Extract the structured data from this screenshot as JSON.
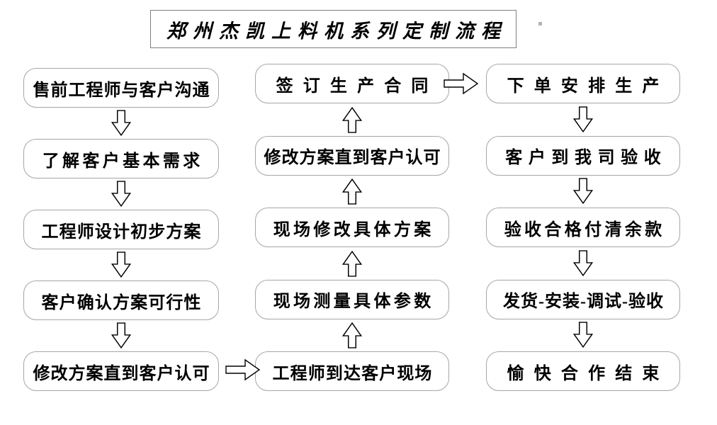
{
  "title": "郑州杰凯上料机系列定制流程",
  "flow": {
    "left_column": [
      "售前工程师与客户沟通",
      "了解客户基本需求",
      "工程师设计初步方案",
      "客户确认方案可行性",
      "修改方案直到客户认可"
    ],
    "middle_column": [
      "签订生产合同",
      "修改方案直到客户认可",
      "现场修改具体方案",
      "现场测量具体参数",
      "工程师到达客户现场"
    ],
    "right_column": [
      "下单安排生产",
      "客户到我司验收",
      "验收合格付清余款",
      "发货-安装-调试-验收",
      "愉快合作结束"
    ],
    "direction_notes": {
      "left_column": "top-to-bottom",
      "middle_column": "bottom-to-top",
      "right_column": "top-to-bottom"
    }
  },
  "icons": {
    "down_arrow": "hollow-block-arrow-down",
    "up_arrow": "hollow-block-arrow-up",
    "right_arrow": "hollow-block-arrow-right"
  },
  "colors": {
    "background": "#ffffff",
    "box_border": "#a6a6a6",
    "title_border": "#7f7f7f",
    "arrow_outline": "#000000",
    "text": "#000000"
  }
}
